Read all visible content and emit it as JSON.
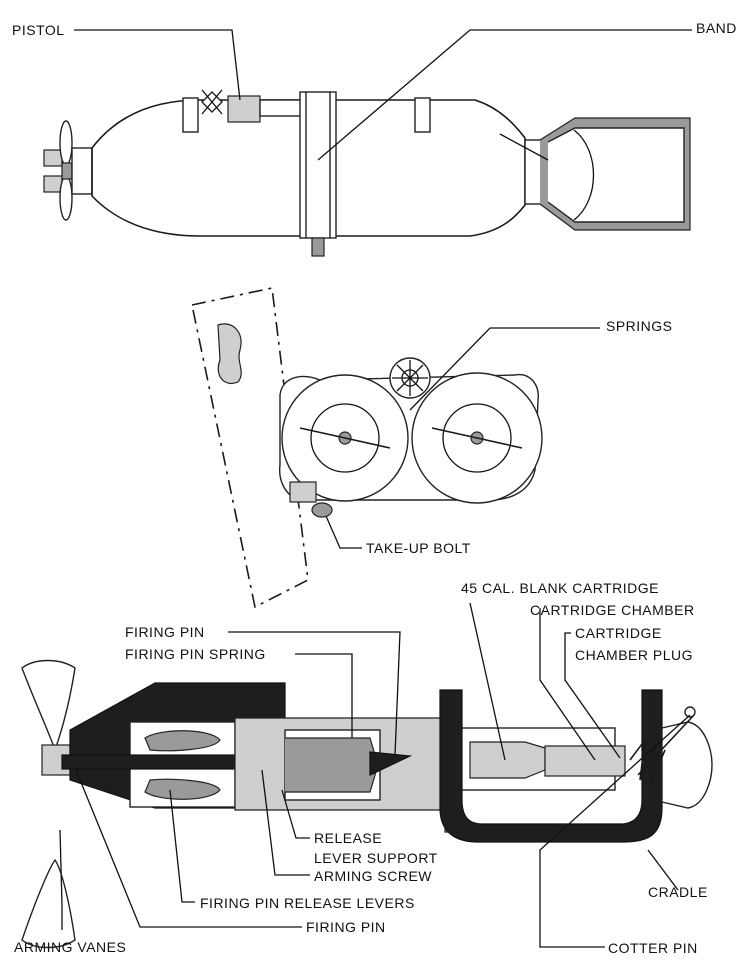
{
  "labels": {
    "pistol": "PISTOL",
    "band": "BAND",
    "springs": "SPRINGS",
    "take_up_bolt": "TAKE-UP BOLT",
    "blank_cartridge": "45 CAL. BLANK CARTRIDGE",
    "cartridge_chamber": "CARTRIDGE CHAMBER",
    "cartridge_chamber_plug_1": "CARTRIDGE",
    "cartridge_chamber_plug_2": "CHAMBER PLUG",
    "firing_pin_top": "FIRING PIN",
    "firing_pin_spring": "FIRING PIN SPRING",
    "release_1": "RELEASE",
    "release_2": "LEVER SUPPORT",
    "arming_screw": "ARMING SCREW",
    "firing_pin_release_levers": "FIRING PIN RELEASE LEVERS",
    "firing_pin_bottom": "FIRING PIN",
    "arming_vanes": "ARMING VANES",
    "cradle": "CRADLE",
    "cotter_pin": "COTTER PIN"
  }
}
